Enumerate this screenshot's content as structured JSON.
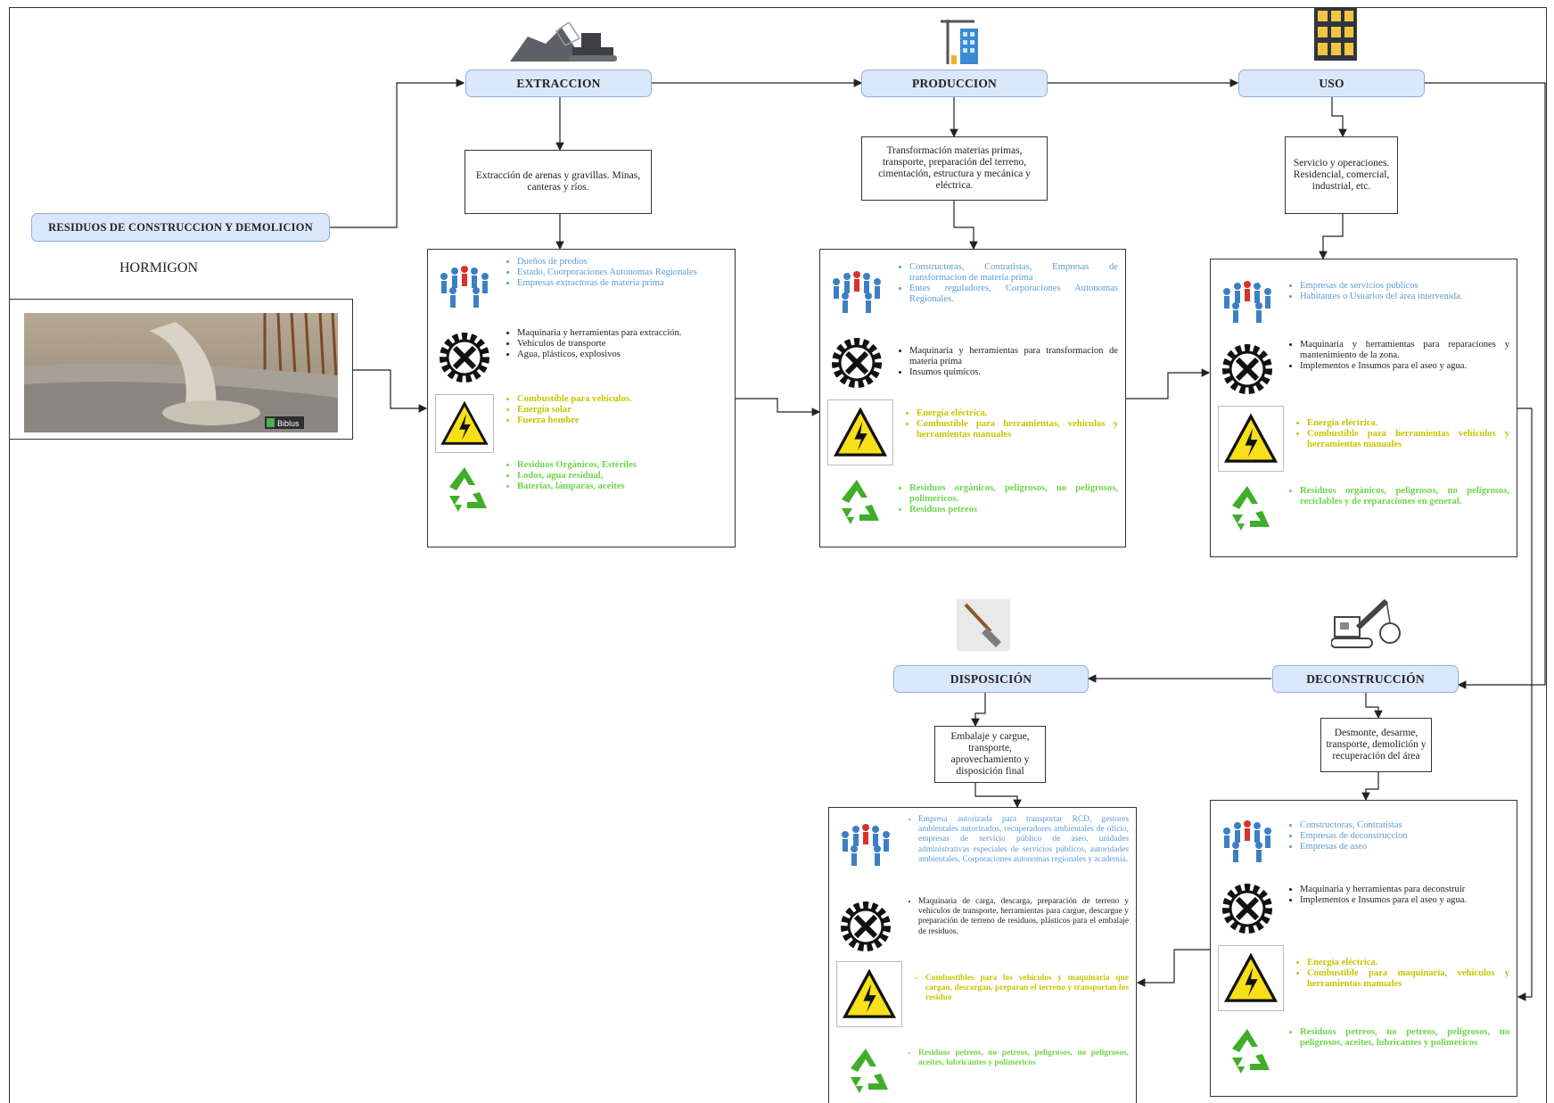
{
  "source": {
    "title": "RESIDUOS DE CONSTRUCCION Y DEMOLICION",
    "material": "HORMIGON",
    "photo_watermark": "Biblus"
  },
  "icons": {
    "people": "people-network-icon",
    "tools": "wrench-gear-icon",
    "energy": "high-voltage-warning-icon",
    "waste": "recycle-icon"
  },
  "colors": {
    "stakeholders": "#5b9bd5",
    "energy": "#c9c400",
    "waste": "#70d44b",
    "pill_fill": "#dbe8fb"
  },
  "stages": {
    "extraccion": {
      "title": "EXTRACCION",
      "description": "Extracción de arenas y gravillas. Minas, canteras y ríos.",
      "actors": [
        "Dueños de predios",
        "Estado, Coorporaciones Autonomas Regionales",
        "Empresas extractoras de materia prima"
      ],
      "tools": [
        "Maquinaria y herramientas para extracción.",
        "Vehículos de transporte",
        "Agua, plásticos, explosivos"
      ],
      "energy": [
        "Combustible para vehículos.",
        "Energía solar",
        "Fuerza hombre"
      ],
      "waste": [
        "Residuos Orgánicos, Estériles",
        "Lodos, agua residual,",
        "Baterías, lámparas, aceites"
      ]
    },
    "produccion": {
      "title": "PRODUCCION",
      "description": "Transformación materias primas, transporte, preparación del terreno, cimentación, estructura y mecánica y eléctrica.",
      "actors": [
        "Constructoras, Contratistas, Empresas de transformacion de materia prima",
        "Entes reguladores, Corporaciones Autonomas Regionales."
      ],
      "tools": [
        "Maquinaria y herramientas para transformacion de materia prima",
        "Insumos quimicos."
      ],
      "energy": [
        "Energía eléctrica.",
        "Combustible para herramientas, vehículos y herramientas manuales"
      ],
      "waste": [
        "Residuos orgánicos, peligrosos, no peligrosos, polimericos.",
        "Residuos petreos"
      ]
    },
    "uso": {
      "title": "USO",
      "description": "Servicio y operaciones. Residencial, comercial, industrial, etc.",
      "actors": [
        "Empresas de servicios públicos",
        "Habitantes o Usuarios del área intervenida."
      ],
      "tools": [
        "Maquinaria y herramientas para reparaciones y mantenimiento de la zona.",
        "Implementos e Insumos para el aseo y agua."
      ],
      "energy": [
        "Energía eléctrica.",
        "Combustible para herramientas vehículos y herramientas manuales"
      ],
      "waste": [
        "Residuos orgánicos, peligrosos, no peligrosos, reciclables y de reparaciones en general."
      ]
    },
    "deconstruccion": {
      "title": "DECONSTRUCCIÓN",
      "description": "Desmonte, desarme, transporte, demolición y recuperación del área",
      "actors": [
        "Constructoras, Contratistas",
        "Empresas de deconstruccion",
        "Empresas de aseo"
      ],
      "tools": [
        "Maquinaria y herramientas para deconstruir",
        "Implementos e Insumos para el aseo y agua."
      ],
      "energy": [
        "Energía eléctrica.",
        "Combustible para maquinaria, vehículos y herramientas manuales"
      ],
      "waste": [
        "Residuos petreos, no petreos, peligrosos, no peligrosos, aceites, lubricantes y polimericos"
      ]
    },
    "disposicion": {
      "title": "DISPOSICIÓN",
      "description": "Embalaje y cargue, transporte, aprovechamiento y disposición final",
      "actors": [
        "Empresa autorizada para transportar RCD, gestores ambientales autorizados, recuperadores ambientales de oficio, empresas de servicio público de aseo, unidades administrativas especiales de servicios públicos, autoridades ambientales, Corporaciones autonomas regionales y academia."
      ],
      "tools": [
        "Maquinaria de carga, descarga, preparación de terreno y vehículos de transporte, herramientas para cargue, descargue y preparación de terreno de residuos, plásticos para el embalaje de residuos."
      ],
      "energy": [
        "Combustibles para los vehículos y maquinaria que cargan, descargan, preparan el terreno y transportan los residuo"
      ],
      "waste": [
        "Residuos petreos, no petreos, peligrosos, no peligrosos, aceites, lubricantes y polimericos"
      ]
    }
  }
}
